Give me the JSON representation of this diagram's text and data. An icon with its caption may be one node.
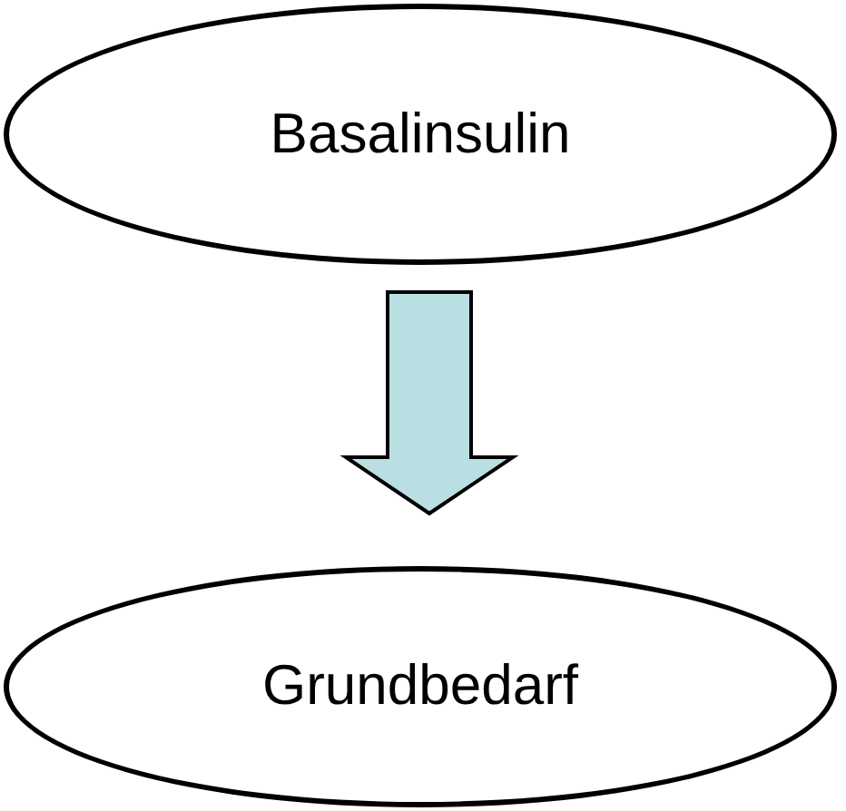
{
  "diagram": {
    "nodes": [
      {
        "text": [
          "Basalinsulin"
        ]
      },
      {
        "text": [
          "Grundbedarf"
        ]
      }
    ],
    "edges": [
      {
        "from": 0,
        "to": 1,
        "arrow": "to"
      }
    ]
  }
}
